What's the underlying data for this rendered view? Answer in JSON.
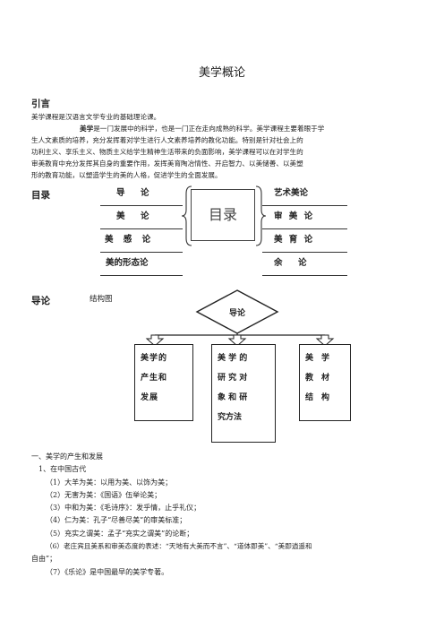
{
  "title": "美学概论",
  "intro": {
    "heading": "引言",
    "line1": "美学课程是汉语言文学专业的基础理论课。",
    "bold_term": "美学",
    "para_rest_1": "是一门发展中的科学，也是一门正在走向成熟的科学。美学课程主要着眼于学",
    "para_lines": [
      "生人文素质的培养，充分发挥着对学生进行人文素养培养的教化功能。特别是针对社会上的",
      "功利主义、享乐主义、物质主义给学生精神生活带来的负面影响，美学课程可以在对学生的",
      "审美教育中充分发挥其自身的重要作用，发挥美育陶冶情性、开启智力、以美储善、以美塑",
      "形的教育功能，以塑造学生的美的人格，促进学生的全面发展。"
    ]
  },
  "toc": {
    "heading": "目录",
    "center_label": "目录",
    "left_items": [
      "导　论",
      "美　论",
      "美 感 论",
      "美的形态论"
    ],
    "right_items": [
      "艺术美论",
      "审 美 论",
      "美 育 论",
      "余　论"
    ]
  },
  "structure": {
    "heading": "导论",
    "subheading": "结构图",
    "top_label": "导论",
    "boxes": [
      [
        "美学的",
        "产生和",
        "发展"
      ],
      [
        "美 学 的",
        "研 究 对",
        "象 和 研",
        "究方法"
      ],
      [
        "美　学",
        "教　材",
        "结　构"
      ]
    ]
  },
  "section": {
    "title": "一、美学的产生和发展",
    "subtitle": "1、在中国古代",
    "items": [
      "（1）大羊为美：以用为美、以饰为美；",
      "（2）无害为美：《国语》伍举论美；",
      "（3）中和为美：《毛诗序》：发乎情，止乎礼仪；",
      "（4）仁为美：孔子“尽善尽美”的审美标准；",
      "（5）充实之谓美：孟子“充实之谓美”的论断；",
      "（6）老庄宾且美系和审美态度的表述：“天地有大美而不言”、“道体即美”、“美即逍遥和",
      "自由”；",
      "（7）《乐论》是中国最早的美学专著。"
    ]
  }
}
